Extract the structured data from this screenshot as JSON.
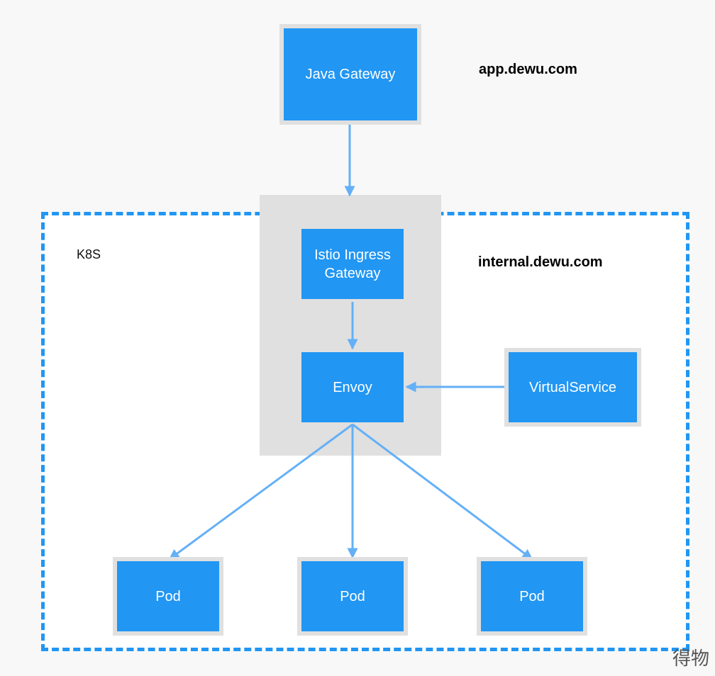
{
  "nodes": {
    "java_gateway": "Java Gateway",
    "istio_ingress_gateway": "Istio Ingress\nGateway",
    "envoy": "Envoy",
    "virtual_service": "VirtualService",
    "pod_1": "Pod",
    "pod_2": "Pod",
    "pod_3": "Pod"
  },
  "labels": {
    "external_domain": "app.dewu.com",
    "internal_domain": "internal.dewu.com",
    "cluster": "K8S"
  },
  "watermark": "得物",
  "colors": {
    "node_fill": "#2196f3",
    "edge": "#64b0f6",
    "cluster_border": "#2196f3",
    "panel": "#e0e0e0"
  }
}
